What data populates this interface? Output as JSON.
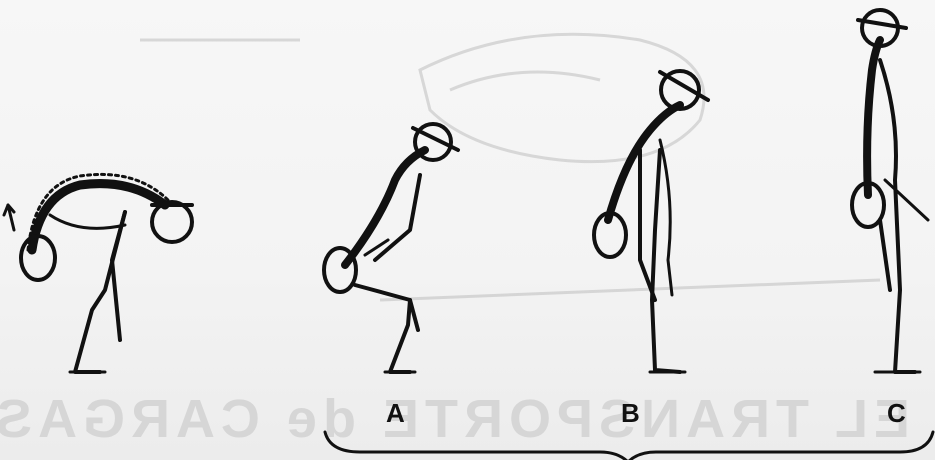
{
  "watermark_text": "EL TRANSPORTE de CARGAS",
  "labels": {
    "a": "A",
    "b": "B",
    "c": "C"
  }
}
